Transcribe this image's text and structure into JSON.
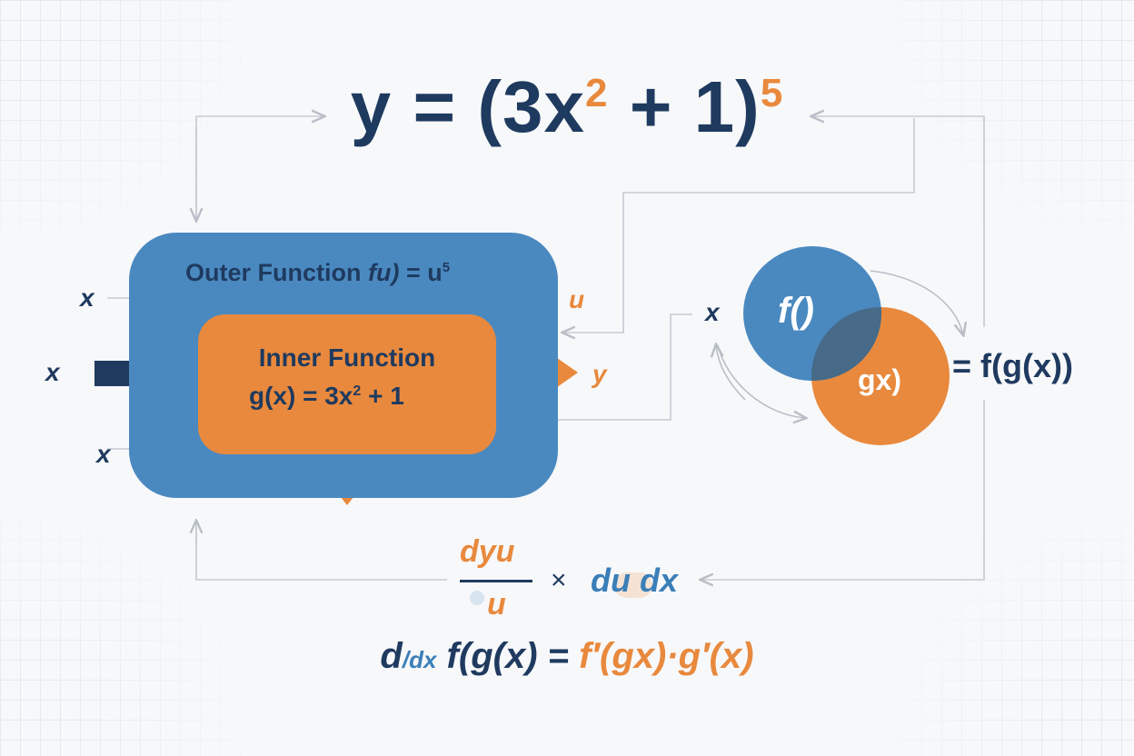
{
  "equation": {
    "lhs": "y",
    "equals": "=",
    "base": "(3x",
    "inner_exp": "2",
    "rest": "+ 1)",
    "outer_exp": "5"
  },
  "outer_function": {
    "prefix": "Outer Function ",
    "name": "fu)",
    "body": " = u",
    "exp": "5"
  },
  "inner_function": {
    "title": "Inner Function",
    "formula_base": "g(x) = 3x",
    "formula_exp": "2",
    "formula_rest": " + 1"
  },
  "labels": {
    "x_top": "x",
    "x_mid": "x",
    "x_bottom": "x",
    "u": "u",
    "y": "y",
    "x_right": "x"
  },
  "composition": {
    "f": "f()",
    "g": "gx)",
    "result": "= f(g(x))"
  },
  "leibniz": {
    "numerator": "dyu",
    "denominator": "u",
    "times": "×",
    "second": "du dx"
  },
  "chain_rule": {
    "d": "d",
    "slash_dx": "/dx",
    "lhs": " f(g(x) = ",
    "rhs": "f′(gx)·g′(x)"
  },
  "colors": {
    "navy": "#1f3a5f",
    "blue": "#4a89c0",
    "orange": "#e8893d",
    "background": "#f7f8fa"
  }
}
